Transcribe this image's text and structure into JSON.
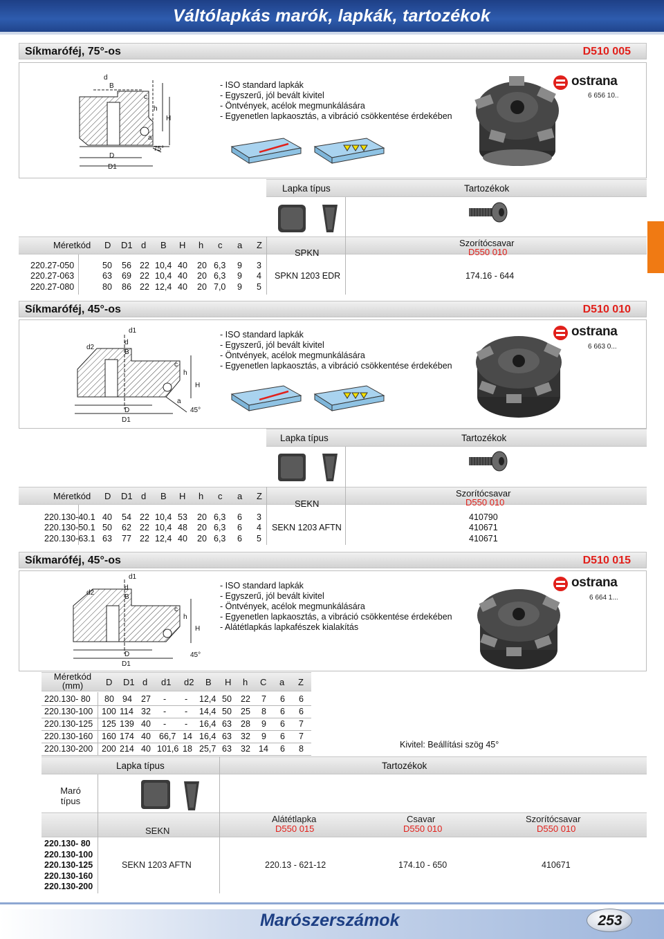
{
  "header": {
    "title": "Váltólapkás marók, lapkák, tartozékok"
  },
  "footer": {
    "title": "Marószerszámok",
    "page": "253"
  },
  "brand": {
    "logo": "ostrana",
    "accent": "#e1201b",
    "navy": "#1d3f84",
    "tab": "#f07a13"
  },
  "sections": [
    {
      "name": "Síkmaróféj, 75°-os",
      "code": "D510 005",
      "features": [
        "- ISO standard lapkák",
        "- Egyszerű, jól bevált kivitel",
        "- Öntvények, acélok megmunkálására",
        "- Egyenetlen lapkaosztás, a vibráció csökkentése érdekében"
      ],
      "catno": "6 656 10..",
      "diagram_labels": {
        "d": "d",
        "B": "B",
        "c": "c",
        "h": "h",
        "H": "H",
        "a": "a",
        "angle": "75°",
        "D": "D",
        "D1": "D1"
      },
      "lapka_label": "Lapka típus",
      "tartozek_label": "Tartozékok",
      "columns": [
        "Méretkód",
        "D",
        "D1",
        "d",
        "B",
        "H",
        "h",
        "c",
        "a",
        "Z"
      ],
      "rows": [
        [
          "220.27-050",
          "50",
          "56",
          "22",
          "10,4",
          "40",
          "20",
          "6,3",
          "9",
          "3"
        ],
        [
          "220.27-063",
          "63",
          "69",
          "22",
          "10,4",
          "40",
          "20",
          "6,3",
          "9",
          "4"
        ],
        [
          "220.27-080",
          "80",
          "86",
          "22",
          "12,4",
          "40",
          "20",
          "7,0",
          "9",
          "5"
        ]
      ],
      "insert_header": "SPKN",
      "insert_value": "SPKN 1203 EDR",
      "acc_header": "Szorítócsavar",
      "acc_code": "D550 010",
      "acc_values": [
        "174.16 - 644"
      ]
    },
    {
      "name": "Síkmaróféj, 45°-os",
      "code": "D510 010",
      "features": [
        "- ISO standard lapkák",
        "- Egyszerű, jól bevált kivitel",
        "- Öntvények, acélok megmunkálására",
        "- Egyenetlen lapkaosztás, a vibráció csökkentése érdekében"
      ],
      "catno": "6 663 0...",
      "diagram_labels": {
        "d1": "d1",
        "d2": "d2",
        "d": "d",
        "B": "B",
        "c": "c",
        "h": "h",
        "H": "H",
        "a": "a",
        "angle": "45°",
        "D": "D",
        "D1": "D1"
      },
      "lapka_label": "Lapka típus",
      "tartozek_label": "Tartozékok",
      "columns": [
        "Méretkód",
        "D",
        "D1",
        "d",
        "B",
        "H",
        "h",
        "c",
        "a",
        "Z"
      ],
      "rows": [
        [
          "220.130-40.1",
          "40",
          "54",
          "22",
          "10,4",
          "53",
          "20",
          "6,3",
          "6",
          "3"
        ],
        [
          "220.130-50.1",
          "50",
          "62",
          "22",
          "10,4",
          "48",
          "20",
          "6,3",
          "6",
          "4"
        ],
        [
          "220.130-63.1",
          "63",
          "77",
          "22",
          "12,4",
          "40",
          "20",
          "6,3",
          "6",
          "5"
        ]
      ],
      "insert_header": "SEKN",
      "insert_value": "SEKN 1203 AFTN",
      "acc_header": "Szorítócsavar",
      "acc_code": "D550 010",
      "acc_values": [
        "410790",
        "410671",
        "410671"
      ]
    },
    {
      "name": "Síkmaróféj, 45°-os",
      "code": "D510 015",
      "features": [
        "- ISO standard lapkák",
        "- Egyszerű, jól bevált kivitel",
        "- Öntvények, acélok megmunkálására",
        "- Egyenetlen lapkaosztás, a vibráció csökkentése érdekében",
        "- Alátétlapkás lapkafészek kialakítás"
      ],
      "catno": "6 664 1...",
      "diagram_labels": {
        "d1": "d1",
        "d2": "d2",
        "d": "d",
        "B": "B",
        "c": "c",
        "h": "h",
        "H": "H",
        "angle": "45°",
        "D": "D",
        "D1": "D1"
      },
      "columns": [
        "Méretkód (mm)",
        "D",
        "D1",
        "d",
        "d1",
        "d2",
        "B",
        "H",
        "h",
        "C",
        "a",
        "Z"
      ],
      "rows": [
        [
          "220.130- 80",
          "80",
          "94",
          "27",
          "-",
          "-",
          "12,4",
          "50",
          "22",
          "7",
          "6",
          "6"
        ],
        [
          "220.130-100",
          "100",
          "114",
          "32",
          "-",
          "-",
          "14,4",
          "50",
          "25",
          "8",
          "6",
          "6"
        ],
        [
          "220.130-125",
          "125",
          "139",
          "40",
          "-",
          "-",
          "16,4",
          "63",
          "28",
          "9",
          "6",
          "7"
        ],
        [
          "220.130-160",
          "160",
          "174",
          "40",
          "66,7",
          "14",
          "16,4",
          "63",
          "32",
          "9",
          "6",
          "7"
        ],
        [
          "220.130-200",
          "200",
          "214",
          "40",
          "101,6",
          "18",
          "25,7",
          "63",
          "32",
          "14",
          "6",
          "8"
        ]
      ],
      "note": "Kivitel: Beállítási szög 45°",
      "lapka_label": "Lapka típus",
      "tartozek_label": "Tartozékok",
      "maro_label": "Maró típus",
      "maro_list": [
        "220.130- 80",
        "220.130-100",
        "220.130-125",
        "220.130-160",
        "220.130-200"
      ],
      "insert_header": "SEKN",
      "insert_value": "SEKN 1203 AFTN",
      "accessories": [
        {
          "name": "Alátétlapka",
          "code": "D550 015",
          "value": "220.13 - 621-12"
        },
        {
          "name": "Csavar",
          "code": "D550 010",
          "value": "174.10 - 650"
        },
        {
          "name": "Szorítócsavar",
          "code": "D550 010",
          "value": "410671"
        }
      ]
    }
  ]
}
